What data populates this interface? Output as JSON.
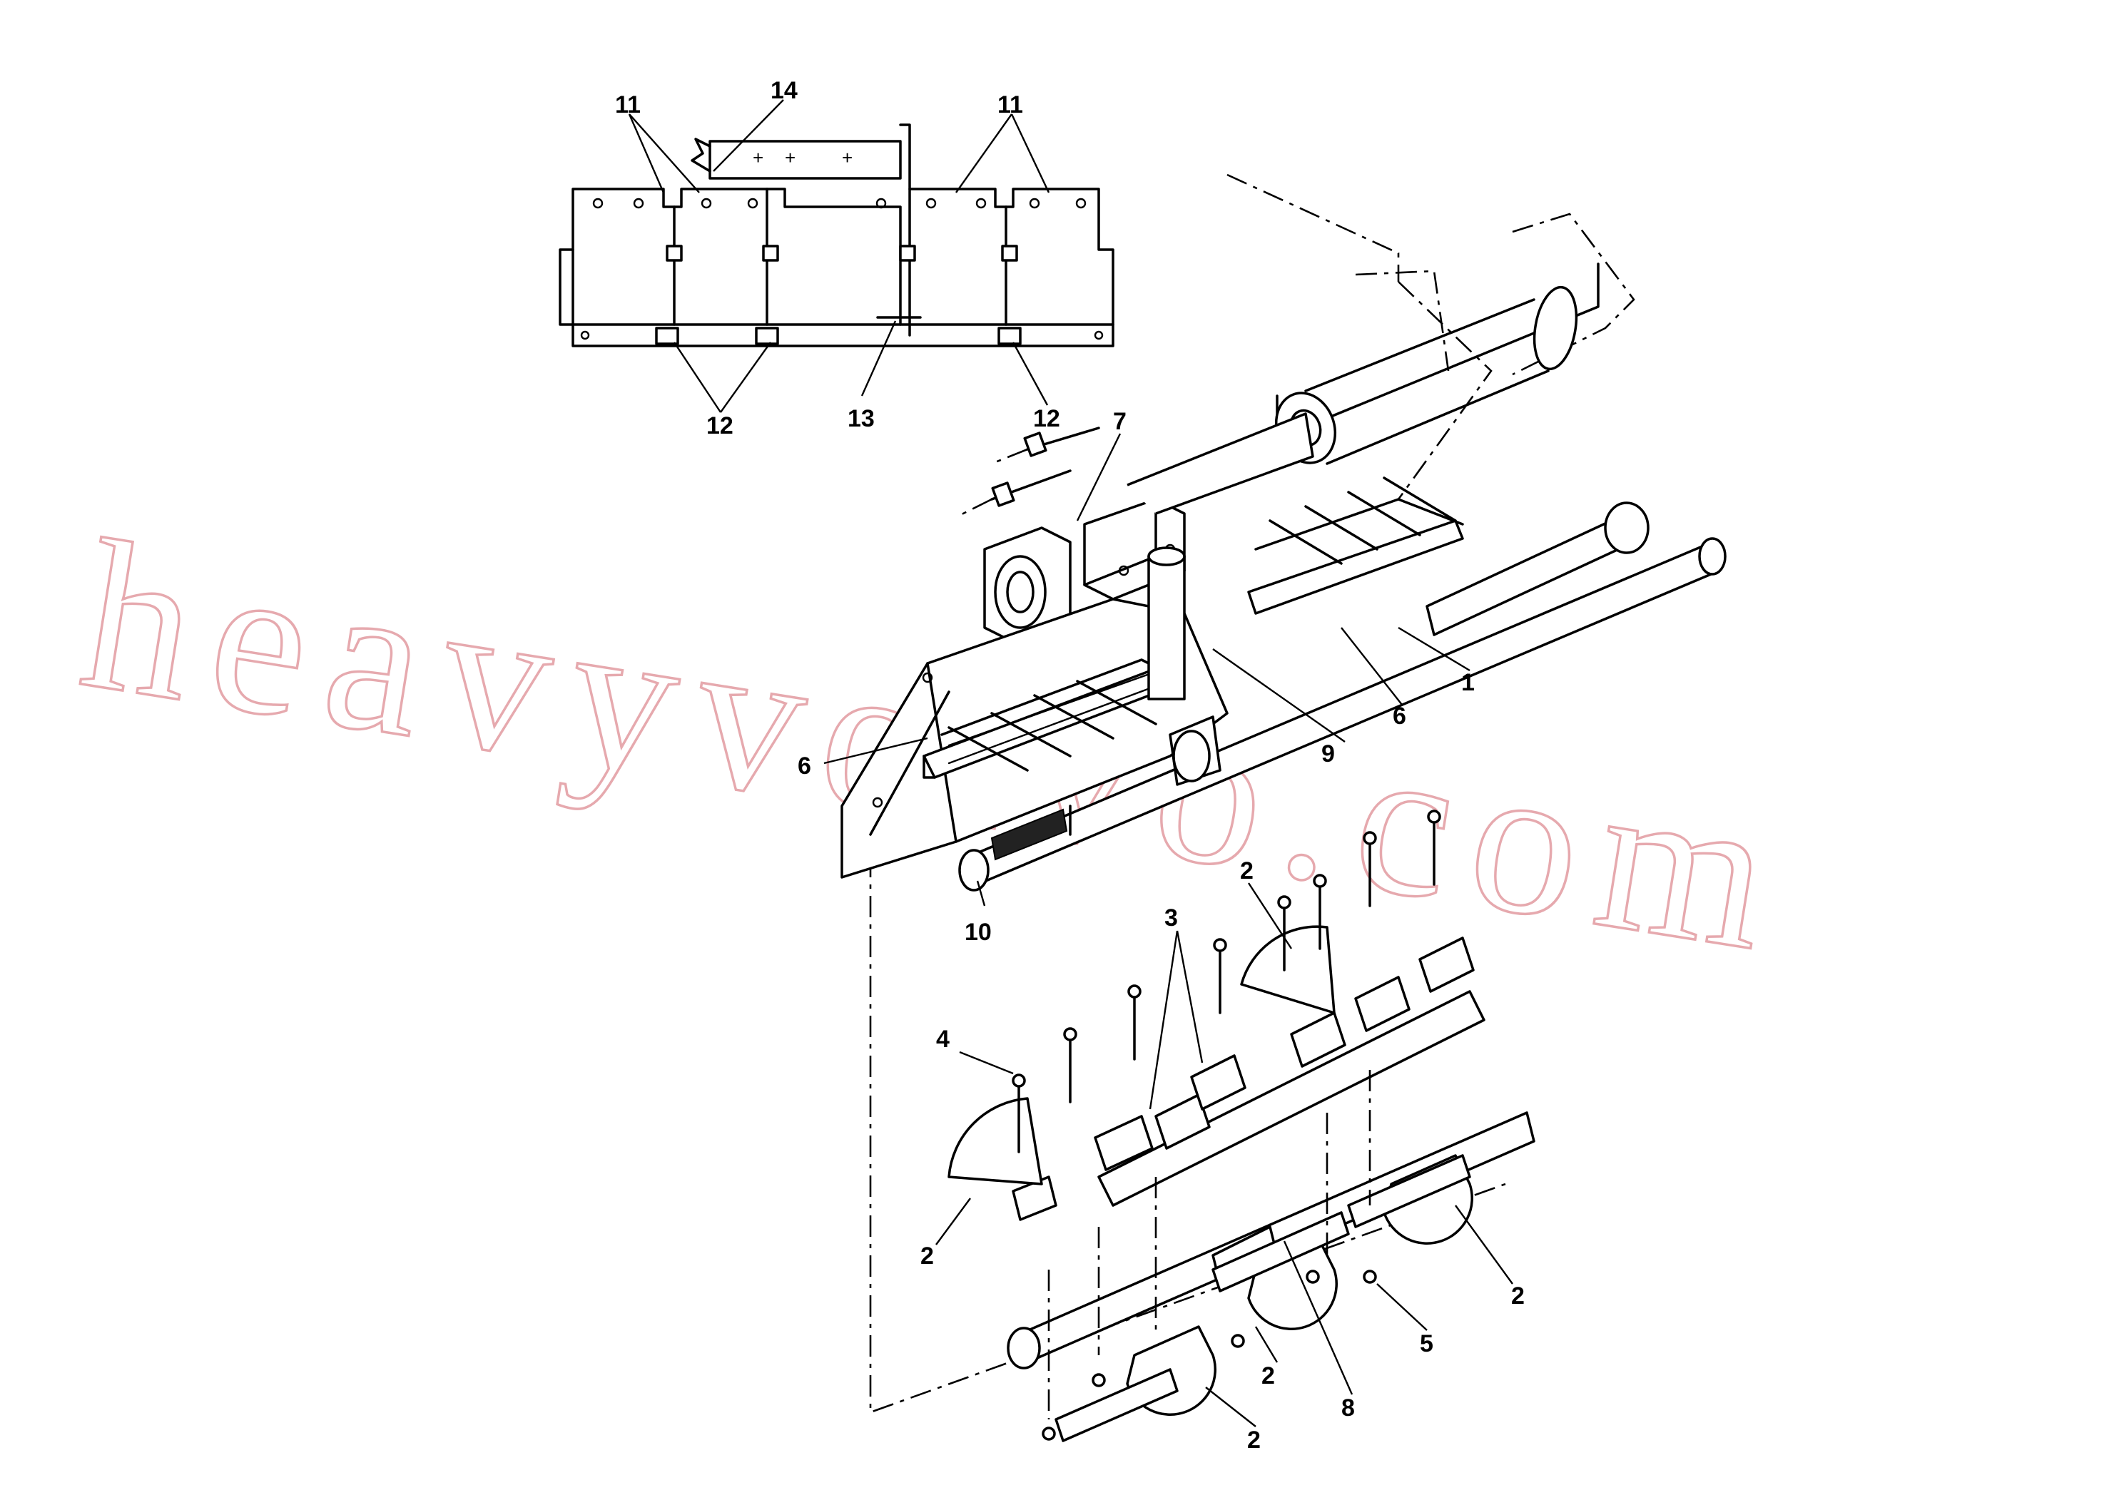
{
  "watermark": "heavyvolvo.com",
  "callouts": {
    "c1": "1",
    "c2a": "2",
    "c2b": "2",
    "c2c": "2",
    "c2d": "2",
    "c2e": "2",
    "c3": "3",
    "c4": "4",
    "c5": "5",
    "c6a": "6",
    "c6b": "6",
    "c7": "7",
    "c8": "8",
    "c9": "9",
    "c10": "10",
    "c11a": "11",
    "c11b": "11",
    "c12a": "12",
    "c12b": "12",
    "c13": "13",
    "c14": "14"
  },
  "colors": {
    "line": "#000000",
    "watermark": "#e6a9ae",
    "background": "#ffffff"
  }
}
